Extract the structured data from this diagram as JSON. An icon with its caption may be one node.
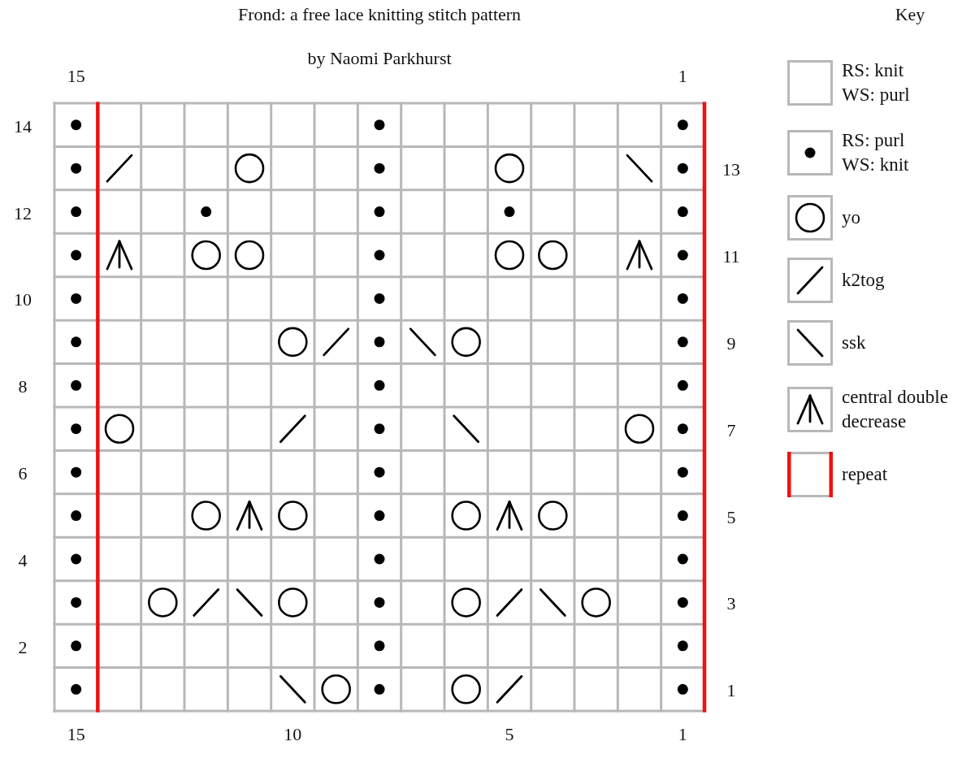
{
  "diagram": {
    "title": "Frond: a free lace knitting stitch pattern",
    "labels": [
      "Key",
      "by Naomi Parkhurst",
      "15",
      "1",
      "14",
      "13",
      "12",
      "11",
      "10",
      "9",
      "8",
      "7",
      "6",
      "5",
      "4",
      "3",
      "2",
      "1",
      "15",
      "10",
      "5",
      "1"
    ],
    "legend": [
      {
        "text": "RS: knit WS: purl"
      },
      {
        "text": "RS: purl WS: knit"
      },
      {
        "text": "yo"
      },
      {
        "text": "k2tog"
      },
      {
        "text": "ssk"
      },
      {
        "text": "central double decrease"
      },
      {
        "text": "repeat"
      }
    ]
  }
}
